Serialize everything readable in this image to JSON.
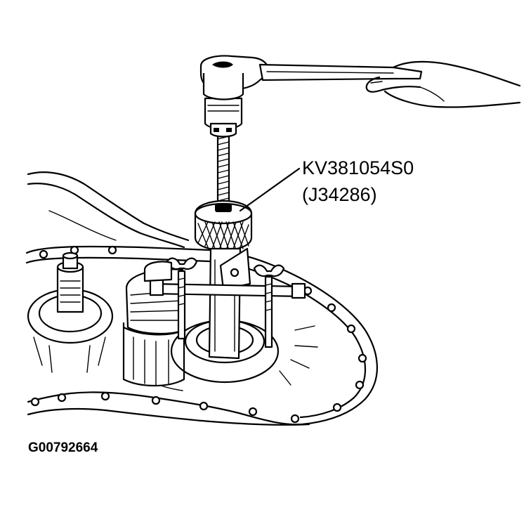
{
  "diagram": {
    "tool_number": "KV381054S0",
    "tool_alt_number": "(J34286)",
    "figure_id": "G00792664"
  },
  "icons": {
    "ratchet": "ratchet-wrench-icon",
    "hand": "hand-icon",
    "puller": "bearing-puller-icon",
    "case": "transaxle-case-icon"
  }
}
